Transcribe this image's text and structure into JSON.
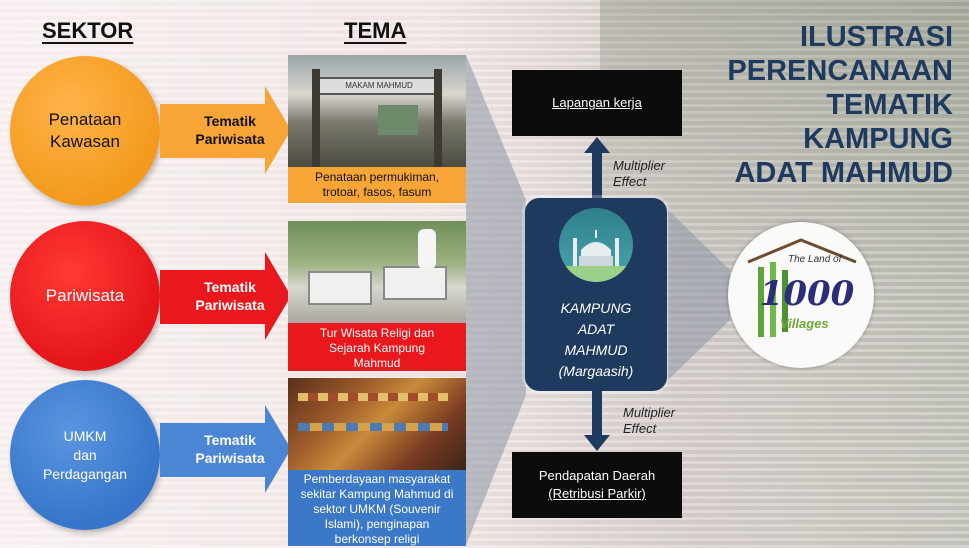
{
  "headers": {
    "sektor": "SEKTOR",
    "tema": "TEMA"
  },
  "title": [
    "ILUSTRASI",
    "PERENCANAAN",
    "TEMATIK",
    "KAMPUNG",
    "ADAT MAHMUD"
  ],
  "rows": [
    {
      "circle": [
        "Penataan",
        "Kawasan"
      ],
      "arrow": [
        "Tematik",
        "Pariwisata"
      ],
      "caption": [
        "Penataan permukiman,",
        "trotoar, fasos, fasum"
      ],
      "photo_sign": "MAKAM MAHMUD",
      "colors": {
        "circle": "#f39a1d",
        "arrow": "#f7a536",
        "caption": "#f7a536",
        "text": "#111111"
      }
    },
    {
      "circle": [
        "Pariwisata"
      ],
      "arrow": [
        "Tematik",
        "Pariwisata"
      ],
      "caption": [
        "Tur Wisata Religi dan",
        "Sejarah Kampung",
        "Mahmud"
      ],
      "colors": {
        "circle": "#e4151b",
        "arrow": "#e8181d",
        "caption": "#e8181d",
        "text": "#ffffff"
      }
    },
    {
      "circle": [
        "UMKM",
        "dan",
        "Perdagangan"
      ],
      "arrow": [
        "Tematik",
        "Pariwisata"
      ],
      "caption": [
        "Pemberdayaan masyarakat",
        "sekitar Kampung Mahmud di",
        "sektor UMKM (Souvenir",
        "Islami), penginapan",
        "berkonsep religi"
      ],
      "colors": {
        "circle": "#3675c9",
        "arrow": "#4a86d4",
        "caption": "#3b78c8",
        "text": "#ffffff"
      }
    }
  ],
  "top_box": "Lapangan kerja",
  "bottom_box": [
    "Pendapatan Daerah",
    "(Retribusi Parkir)"
  ],
  "multiplier_top": [
    "Multiplier",
    "Effect"
  ],
  "multiplier_bottom": [
    "Multiplier",
    "Effect"
  ],
  "center": [
    "KAMPUNG",
    "ADAT",
    "MAHMUD",
    "(Margaasih)"
  ],
  "logo": {
    "line1": "The Land of",
    "number": "1000",
    "line3": "Villages"
  },
  "icons": {
    "mosque": "mosque-icon"
  },
  "accent": "#1e3a5f"
}
